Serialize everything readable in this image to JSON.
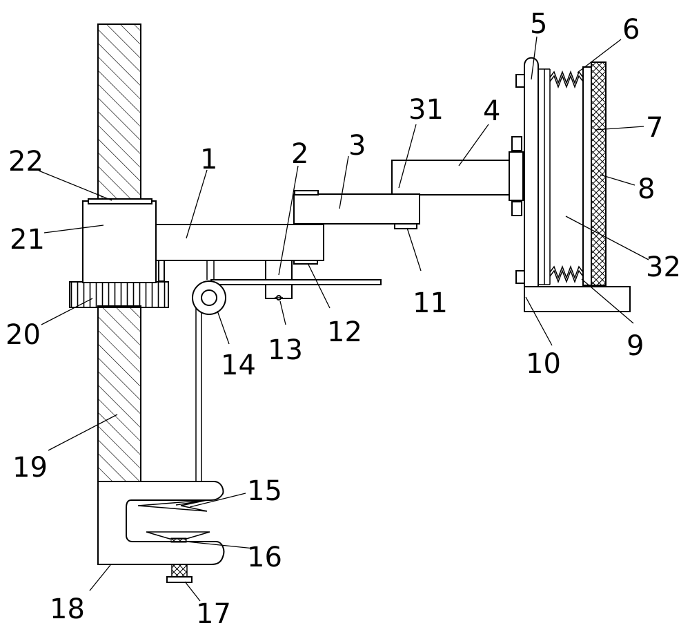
{
  "labels": {
    "l1": "1",
    "l2": "2",
    "l3": "3",
    "l4": "4",
    "l5": "5",
    "l6": "6",
    "l7": "7",
    "l8": "8",
    "l9": "9",
    "l10": "10",
    "l11": "11",
    "l12": "12",
    "l13": "13",
    "l14": "14",
    "l15": "15",
    "l16": "16",
    "l17": "17",
    "l18": "18",
    "l19": "19",
    "l20": "20",
    "l21": "21",
    "l22": "22",
    "l31": "31",
    "l32": "32"
  }
}
